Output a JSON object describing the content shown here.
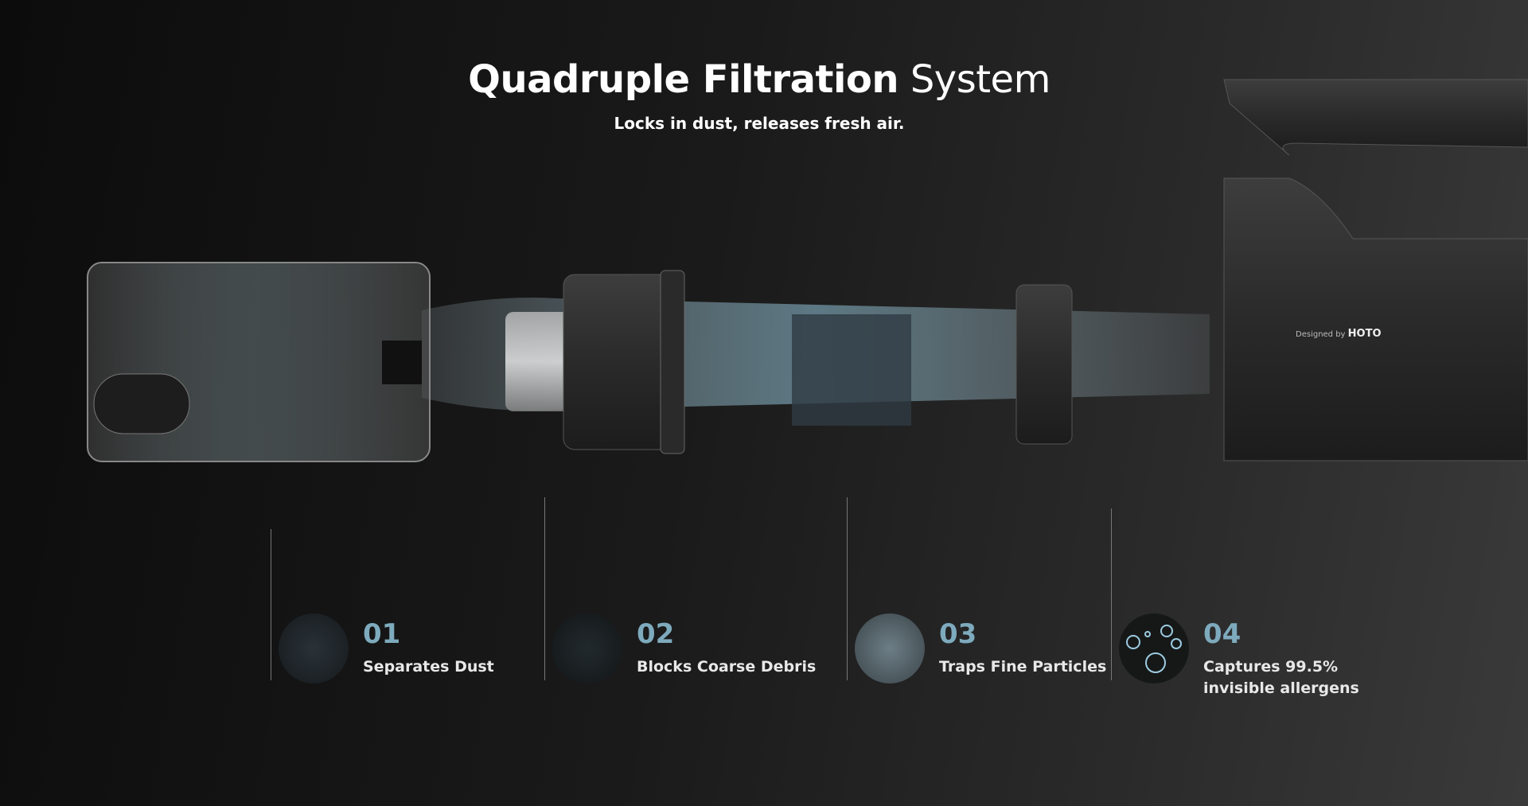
{
  "header": {
    "title_bold": "Quadruple Filtration",
    "title_light": "System",
    "subtitle": "Locks in dust, releases fresh air."
  },
  "product": {
    "brand_prefix": "Designed by",
    "brand_name": "HOTO"
  },
  "features": [
    {
      "number": "01",
      "label": "Separates Dust",
      "icon": "dust-particles-icon"
    },
    {
      "number": "02",
      "label": "Blocks Coarse Debris",
      "icon": "coarse-debris-icon"
    },
    {
      "number": "03",
      "label": "Traps Fine Particles",
      "icon": "fine-particles-icon"
    },
    {
      "number": "04",
      "label": "Captures 99.5%",
      "label2": "invisible allergens",
      "icon": "allergen-icon"
    }
  ],
  "colors": {
    "accent": "#7eaabd",
    "airflow": "#8fc3d8"
  }
}
